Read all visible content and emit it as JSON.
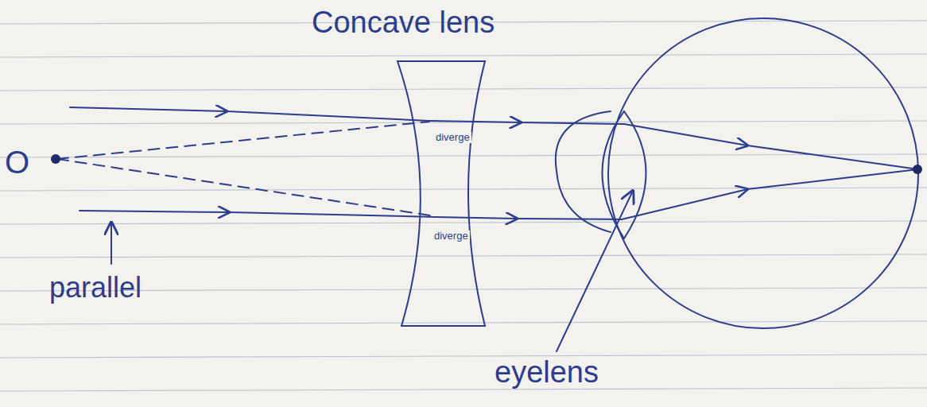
{
  "diagram": {
    "labels": [
      "Concave lens",
      "O",
      "diverge",
      "diverge",
      "parallel",
      "eyelens"
    ]
  }
}
